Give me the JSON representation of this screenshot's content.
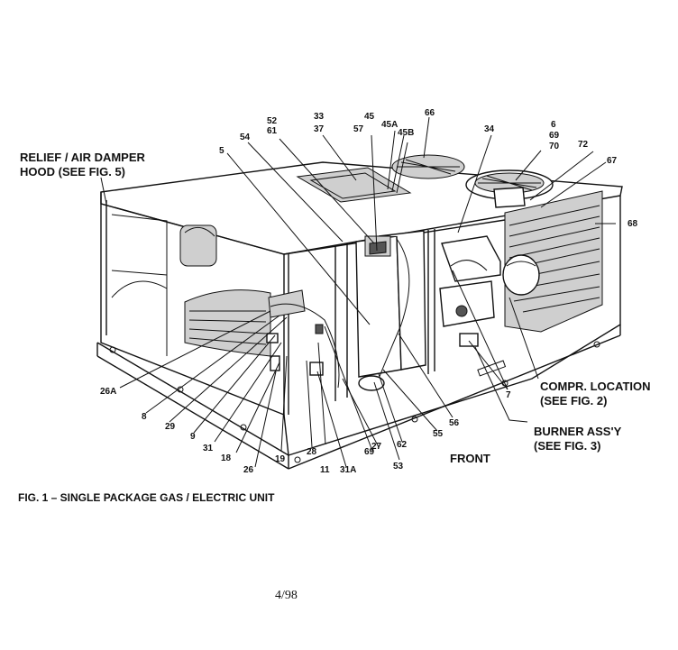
{
  "labels": {
    "relief_1": "RELIEF / AIR DAMPER",
    "relief_2": "HOOD (SEE FIG. 5)",
    "compr_1": "COMPR. LOCATION",
    "compr_2": "(SEE FIG. 2)",
    "burner_1": "BURNER ASS'Y",
    "burner_2": "(SEE FIG. 3)",
    "front": "FRONT"
  },
  "caption": "FIG. 1 – SINGLE PACKAGE GAS / ELECTRIC UNIT",
  "page_number": "4/98",
  "callouts": [
    "52",
    "61",
    "33",
    "37",
    "45",
    "45A",
    "45B",
    "57",
    "66",
    "34",
    "6",
    "69",
    "70",
    "72",
    "67",
    "68",
    "5",
    "54",
    "26A",
    "8",
    "29",
    "9",
    "31",
    "18",
    "26",
    "19",
    "28",
    "11",
    "31A",
    "69",
    "27",
    "53",
    "62",
    "55",
    "56",
    "7"
  ]
}
